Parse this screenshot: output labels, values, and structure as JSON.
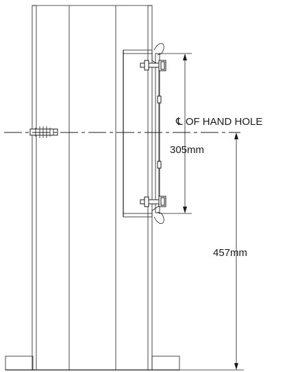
{
  "labels": {
    "centerline_symbol": "℄",
    "centerline_text": "OF HAND HOLE",
    "handhole_height": "305mm",
    "centerline_height": "457mm"
  },
  "colors": {
    "line": "#1a1a1a",
    "background": "#ffffff"
  }
}
